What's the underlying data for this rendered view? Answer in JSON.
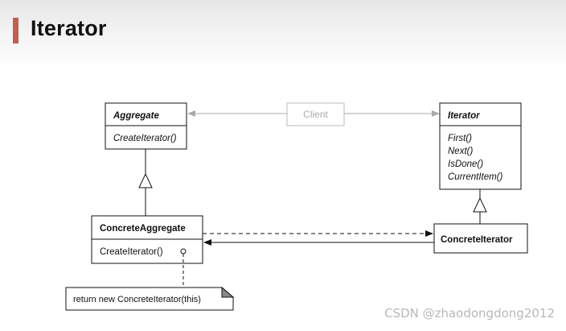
{
  "title": "Iterator",
  "classes": {
    "aggregate": {
      "name": "Aggregate",
      "method": "CreateIterator()"
    },
    "iterator": {
      "name": "Iterator",
      "methods": [
        "First()",
        "Next()",
        "IsDone()",
        "CurrentItem()"
      ]
    },
    "concrete_aggregate": {
      "name": "ConcreteAggregate",
      "method": "CreateIterator()"
    },
    "concrete_iterator": {
      "name": "ConcreteIterator"
    },
    "client": {
      "name": "Client"
    }
  },
  "note": {
    "text": "return new ConcreteIterator(this)"
  },
  "watermark": "CSDN @zhaodongdong2012",
  "colors": {
    "accent_bar": "#c0604e",
    "client_gray": "#aaaaaa",
    "line": "#111111"
  }
}
